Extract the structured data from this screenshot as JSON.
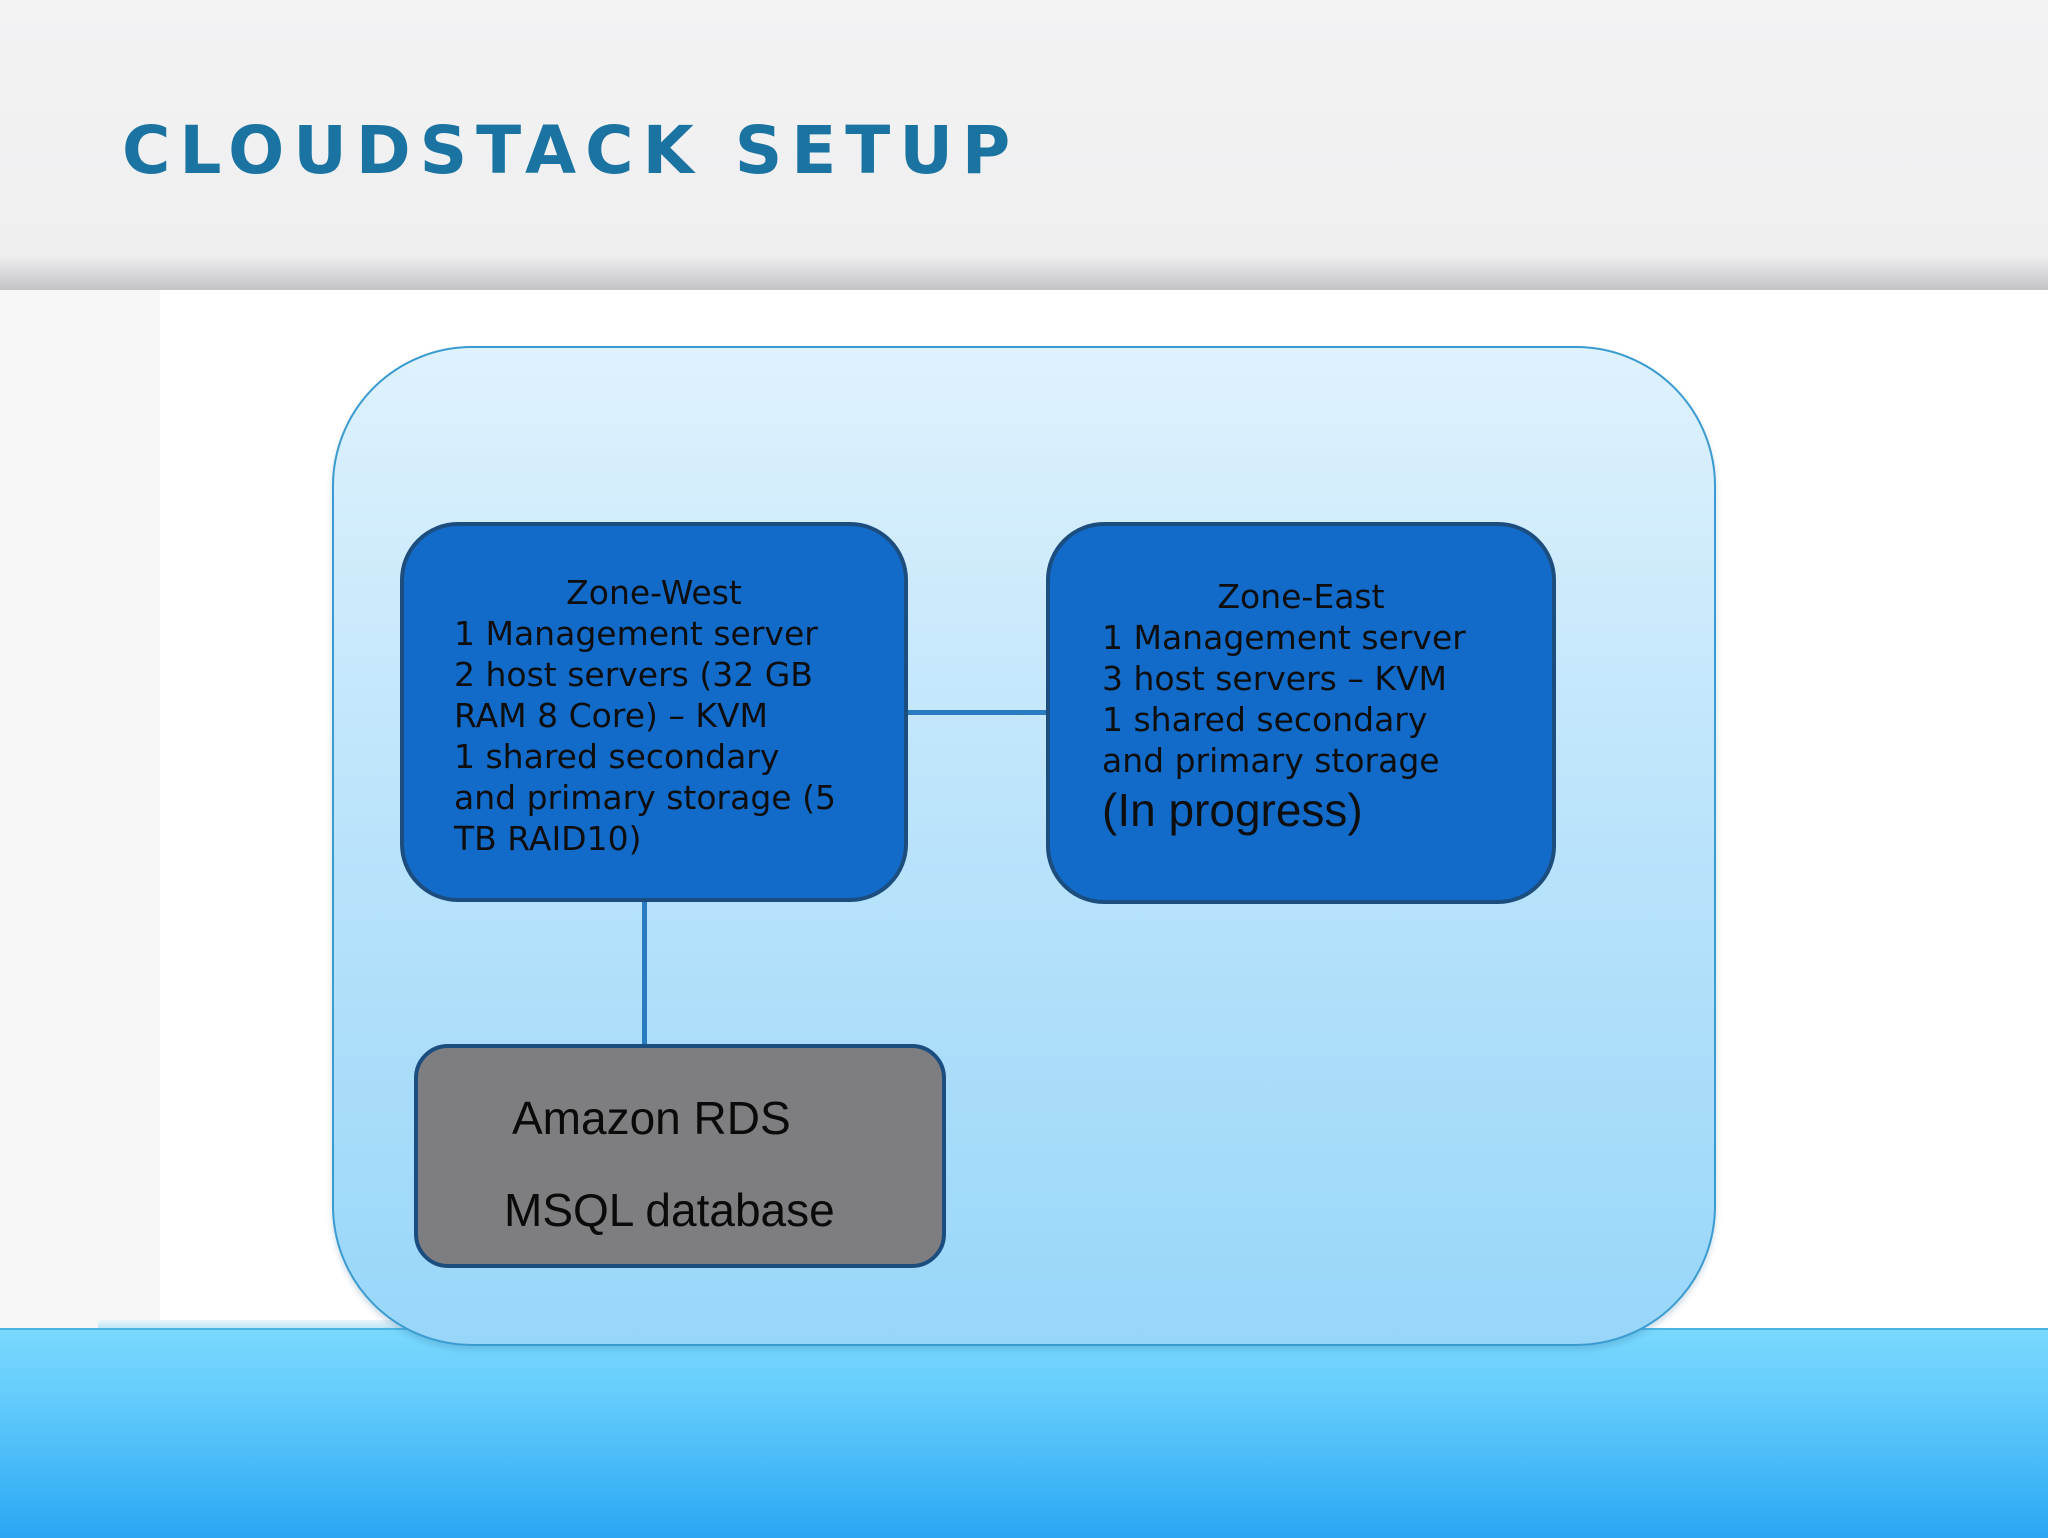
{
  "slide": {
    "title": "CLOUDSTACK SETUP"
  },
  "colors": {
    "title": "#1a73a1",
    "zone_fill": "#136bc9",
    "zone_border": "#1c4d7f",
    "db_fill": "#7e7e81",
    "container_border": "#3a9bd0",
    "footer": "#3fb5f7"
  },
  "diagram": {
    "zone_west": {
      "title": "Zone-West",
      "lines": [
        "1 Management server",
        "2 host servers (32 GB",
        "RAM 8 Core) – KVM",
        "1 shared secondary",
        "and primary storage (5",
        "TB RAID10)"
      ]
    },
    "zone_east": {
      "title": "Zone-East",
      "lines": [
        "1 Management server",
        "3 host servers – KVM",
        "1 shared secondary",
        "and primary storage"
      ],
      "status": "(In progress)"
    },
    "database": {
      "lines": [
        "Amazon RDS",
        "MSQL database"
      ]
    }
  }
}
